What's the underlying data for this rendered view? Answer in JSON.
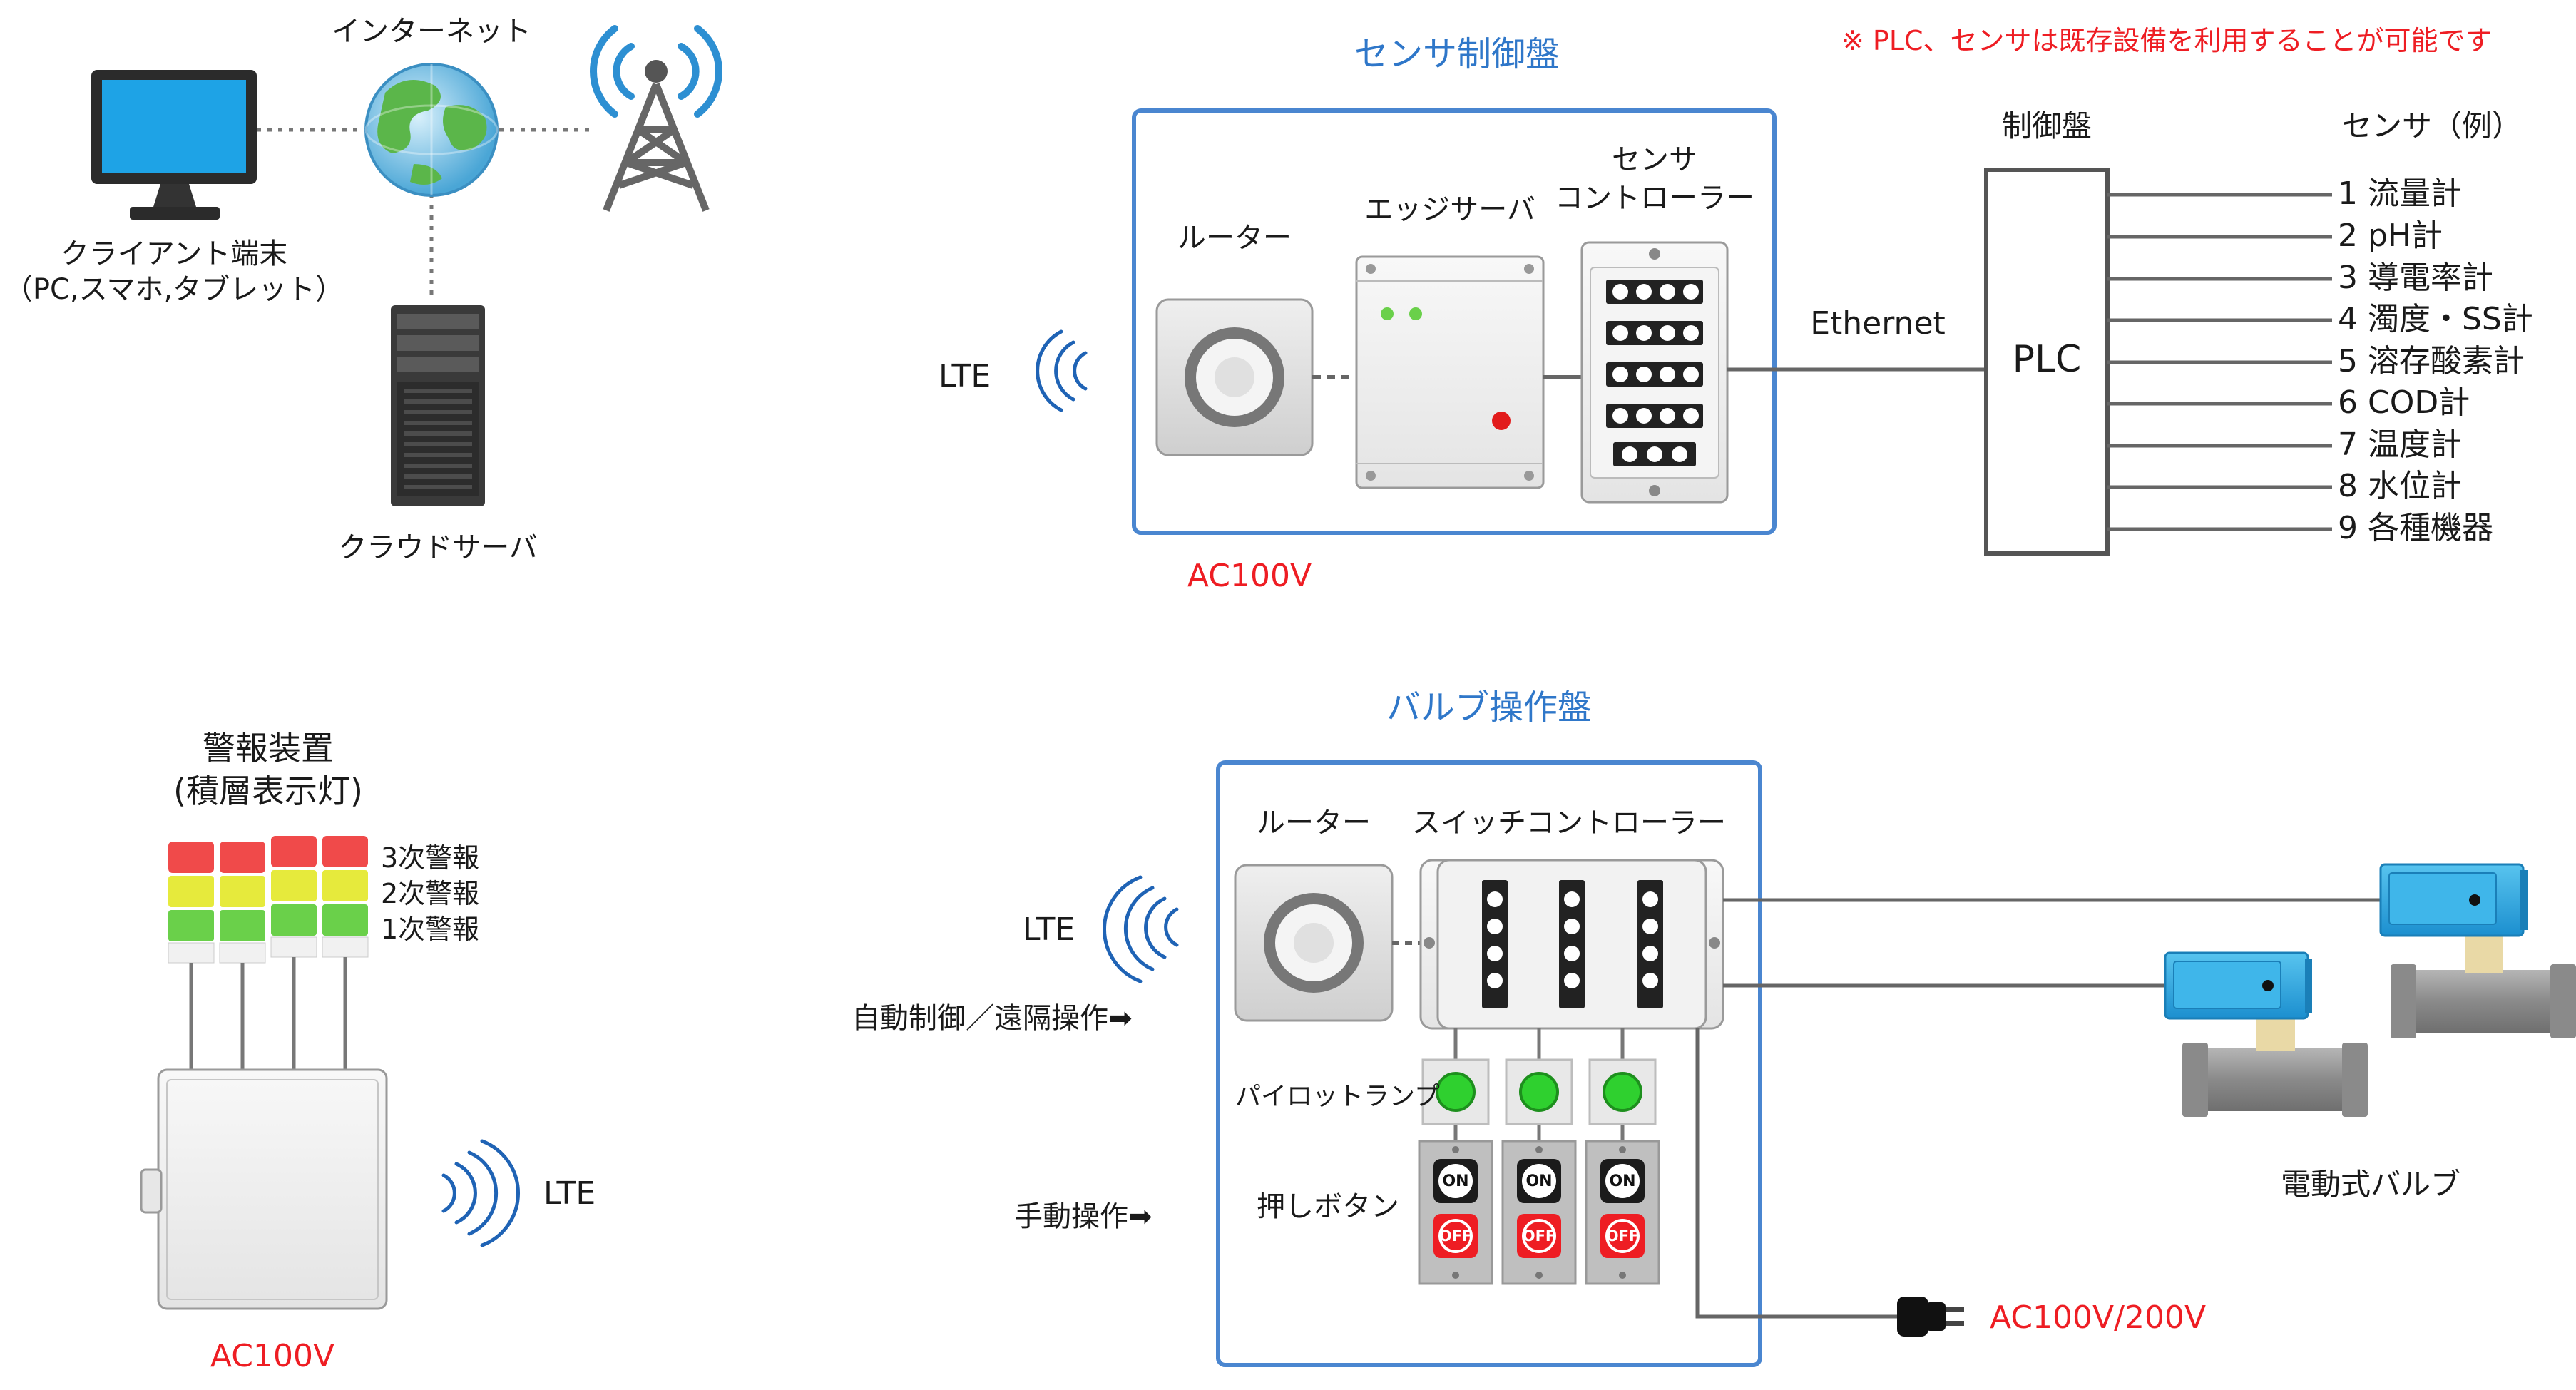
{
  "network": {
    "internet_label": "インターネット",
    "client_label": "クライアント端末",
    "client_sub": "（PC,スマホ,タブレット）",
    "cloud_label": "クラウドサーバ"
  },
  "sensor_panel": {
    "title": "センサ制御盤",
    "note": "※ PLC、センサは既存設備を利用することが可能です",
    "router": "ルーター",
    "edge": "エッジサーバ",
    "controller_l1": "センサ",
    "controller_l2": "コントローラー",
    "lte": "LTE",
    "power": "AC100V",
    "ethernet": "Ethernet",
    "plc_header": "制御盤",
    "plc": "PLC",
    "sensor_header": "センサ（例）",
    "sensors": [
      "1 流量計",
      "2 pH計",
      "3 導電率計",
      "4 濁度・SS計",
      "5 溶存酸素計",
      "6 COD計",
      "7 温度計",
      "8 水位計",
      "9 各種機器"
    ]
  },
  "alarm": {
    "title_l1": "警報装置",
    "title_l2": "(積層表示灯)",
    "levels": [
      "3次警報",
      "2次警報",
      "1次警報"
    ],
    "lte": "LTE",
    "power": "AC100V"
  },
  "valve_panel": {
    "title": "バルブ操作盤",
    "router": "ルーター",
    "switch": "スイッチコントローラー",
    "lte": "LTE",
    "auto": "自動制御／遠隔操作➡",
    "manual": "手動操作➡",
    "pilot": "パイロットランプ",
    "push": "押しボタン",
    "on": "ON",
    "off": "OFF",
    "valve_label": "電動式バルブ",
    "power": "AC100V/200V"
  },
  "colors": {
    "frame": "#4a86d0",
    "title": "#2f77c9",
    "alarm_red": "#ee1d23",
    "lamp_red": "#f04a4a",
    "lamp_yellow": "#e6ea3c",
    "lamp_green": "#6ad04a",
    "pilot_green": "#2fd02f",
    "valve_blue": "#2aa8e0"
  }
}
